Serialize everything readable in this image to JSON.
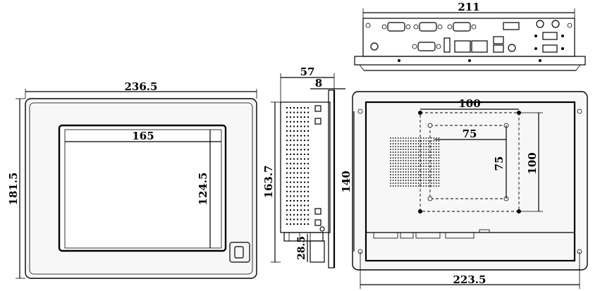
{
  "front_view": {
    "width_label": "236.5",
    "height_label": "181.5",
    "screen_width_label": "165",
    "screen_height_label": "124.5"
  },
  "side_view": {
    "depth_label": "57",
    "bezel_label": "8",
    "height_label": "163.7",
    "connector_label": "28.5"
  },
  "top_view": {
    "width_label": "211"
  },
  "rear_view": {
    "width_label": "223.5",
    "height_label": "140",
    "vesa_outer_h_label": "100",
    "vesa_outer_v_label": "100",
    "vesa_inner_h_label": "75",
    "vesa_inner_v_label": "75"
  },
  "colors": {
    "line": "#000000",
    "background": "#ffffff"
  }
}
